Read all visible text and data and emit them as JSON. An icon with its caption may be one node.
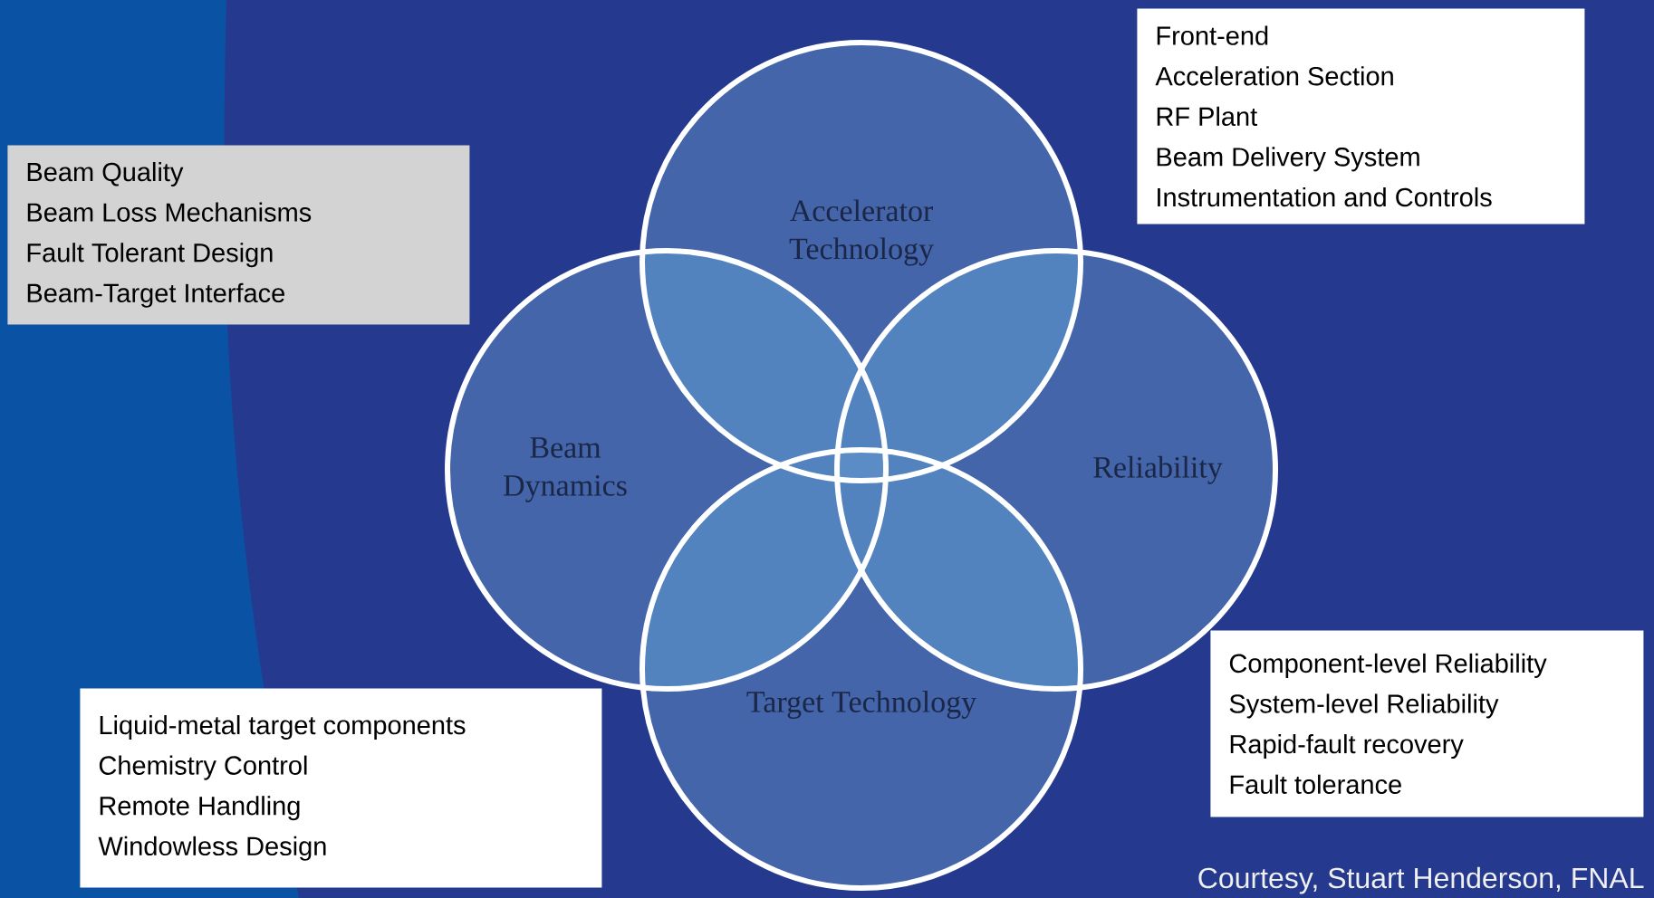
{
  "diagram": {
    "nodes": [
      {
        "text": [
          "Front-end",
          "Acceleration Section",
          "RF Plant",
          "Beam Delivery System",
          "Instrumentation and Controls"
        ]
      },
      {
        "text": [
          "Accelerator Technology"
        ]
      },
      {
        "text": [
          "Beam Quality",
          "Beam Loss Mechanisms",
          "Fault Tolerant Design",
          "Beam-Target Interface"
        ]
      },
      {
        "text": [
          "Beam Dynamics"
        ]
      },
      {
        "text": [
          "Reliability"
        ]
      },
      {
        "text": [
          "Component-level Reliability",
          "System-level Reliability",
          "Rapid-fault recovery",
          "Fault tolerance"
        ]
      },
      {
        "text": [
          "Target Technology"
        ]
      },
      {
        "text": [
          "Liquid-metal target components",
          "Chemistry Control",
          "Remote Handling",
          "Windowless Design"
        ]
      }
    ],
    "edges": [],
    "labels": [
      "Courtesy, Stuart Henderson, FNAL"
    ]
  }
}
